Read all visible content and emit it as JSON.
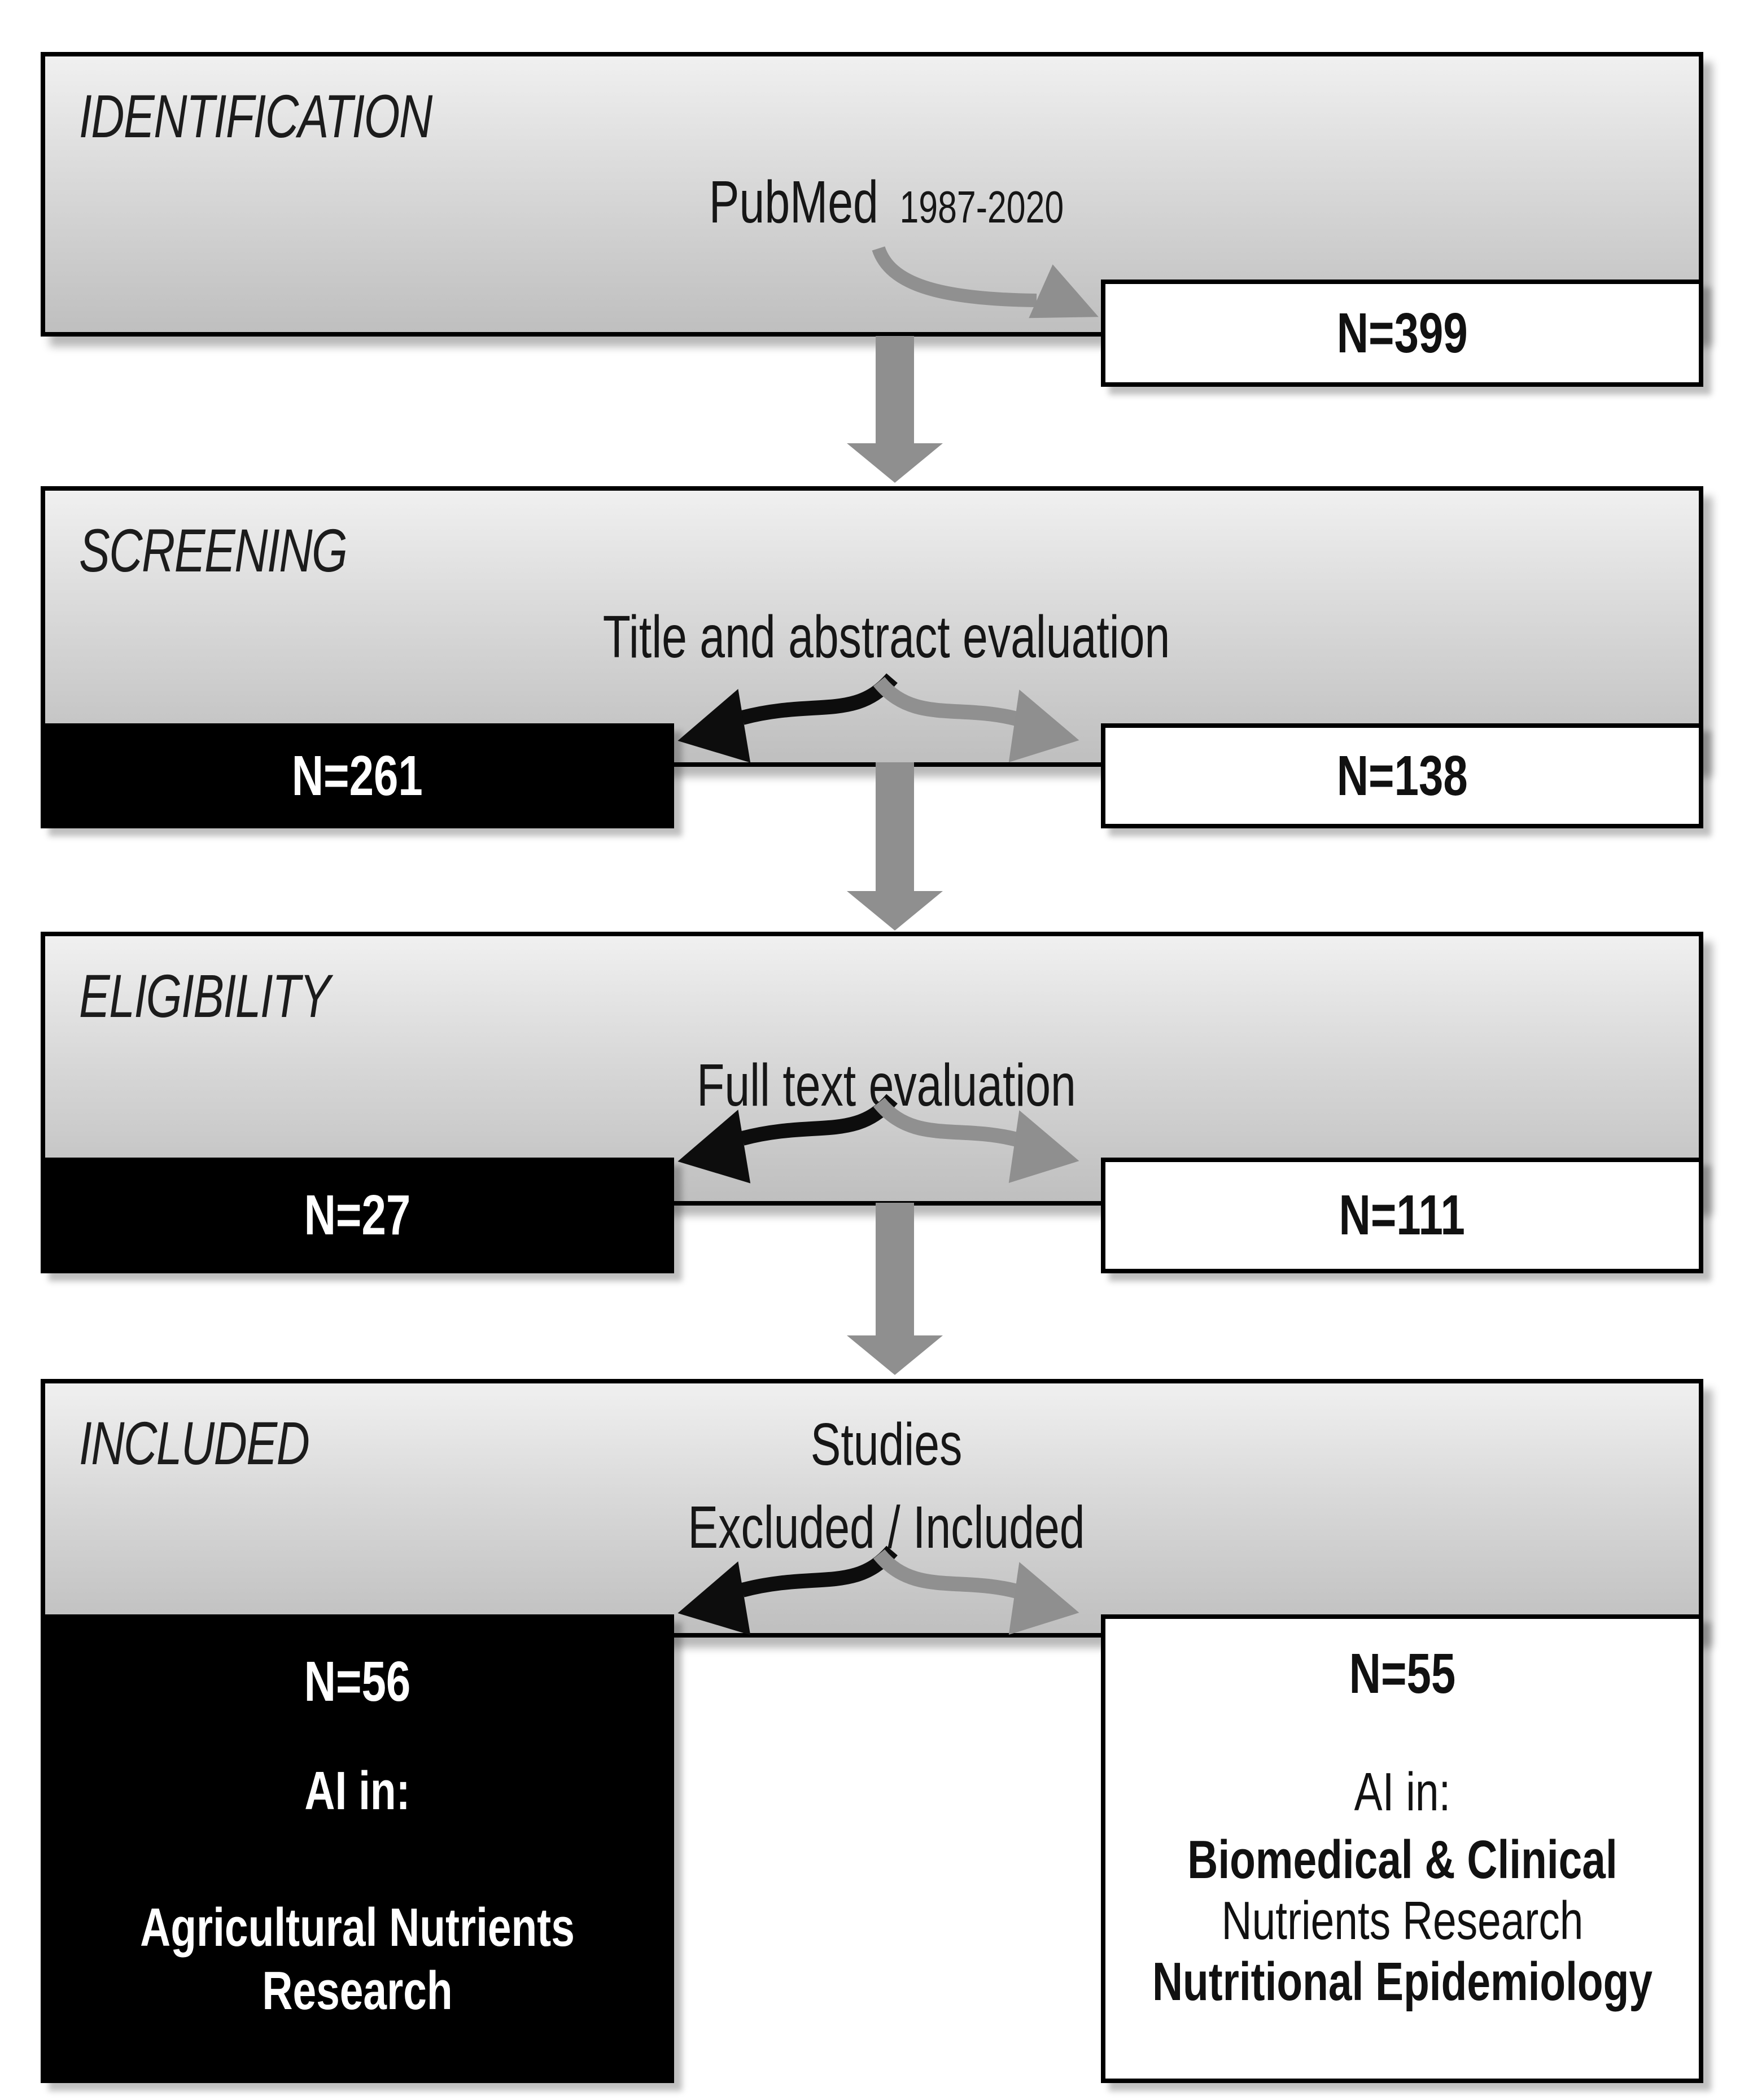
{
  "colors": {
    "page_bg": "#ffffff",
    "box_black": "#000000",
    "box_white": "#ffffff",
    "border": "#000000",
    "text": "#161616",
    "text_on_black": "#ffffff",
    "arrow_gray": "#8f8f8f",
    "curve_gray": "#909090",
    "curve_black": "#0d0d0d",
    "band_top": "#f0f0f0",
    "band_mid": "#d9d9d9",
    "band_bottom": "#bfbfbf"
  },
  "sections": [
    {
      "stage": "IDENTIFICATION",
      "caption": "PubMed",
      "caption_detail": "1987-2020",
      "right_box": {
        "value": "N=399"
      }
    },
    {
      "stage": "SCREENING",
      "caption": "Title and abstract evaluation",
      "left_box": {
        "value": "N=261"
      },
      "right_box": {
        "value": "N=138"
      }
    },
    {
      "stage": "ELIGIBILITY",
      "caption": "Full text evaluation",
      "left_box": {
        "value": "N=27"
      },
      "right_box": {
        "value": "N=111"
      }
    },
    {
      "stage": "INCLUDED",
      "caption_line1": "Studies",
      "caption_line2": "Excluded / Included",
      "left_box": {
        "value": "N=56",
        "subtitle": "AI in:",
        "line1": "Agricultural Nutrients",
        "line2": "Research"
      },
      "right_box": {
        "value": "N=55",
        "subtitle": "AI in:",
        "line1": "Biomedical & Clinical",
        "line2": "Nutrients Research",
        "line3": "Nutritional Epidemiology"
      }
    }
  ]
}
